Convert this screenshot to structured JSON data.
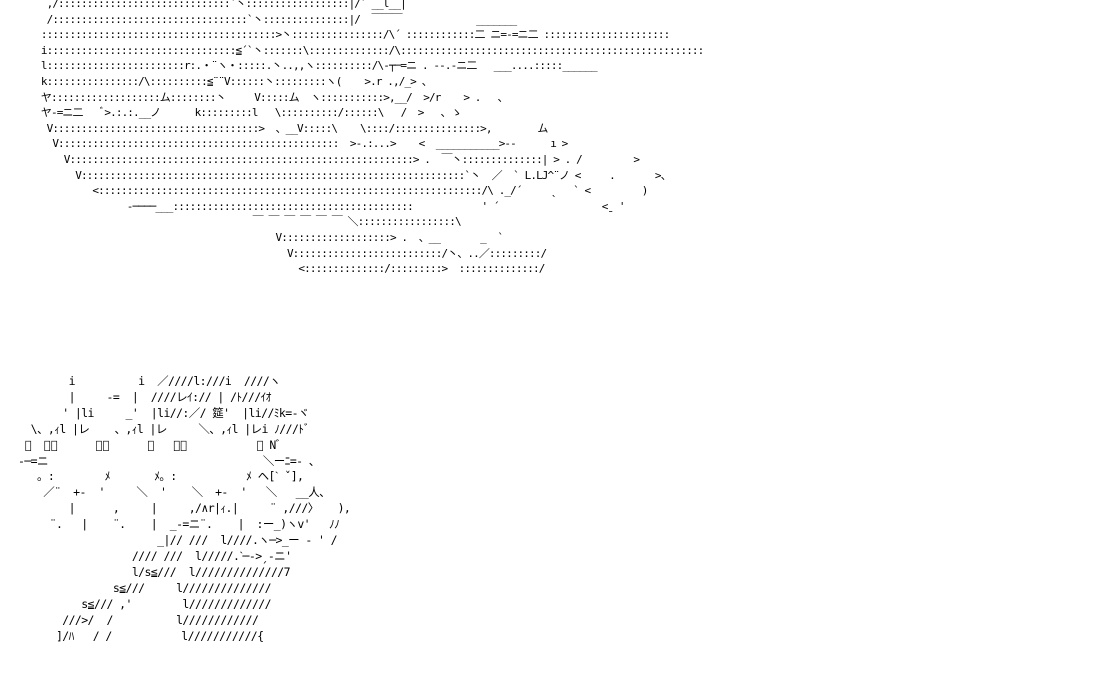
{
  "artworks": [
    {
      "id": "top",
      "lines": [
        "     ,/::::::::::::::::::::::::::::::`丶::::::::::::::::::|/´ __l__|¨  ",
        "     /::::::::::::::::::::::::::::::::::`丶:::::::::::::::|/  ￣￣￣             _______",
        "    :::::::::::::::::::::::::::::::::::::::::>丶::::::::::::::::/\\´ ::::::::::::二 ニ=-=ニ二 ::::::::::::::::::::::",
        "    i:::::::::::::::::::::::::::::::::≦´`丶:::::::\\::::::::::::::/\\:::::::::::::::::::::::::::::::::::::::::::::::::::::",
        "    l::::::::::::::::::::::::r:.・¨ヽ・:::::.丶..,,ヽ::::::::::/\\-┬─=ニ . -‐.-ニ二   ___....:::::______",
        "    k::::::::::::::::/\\::::::::::≦¨¨V::::::丶:::::::::ヽ(    >.r .,/_> 、",
        "    ヤ:::::::::::::::::::ム::::::::丶     V:::::ム  ヽ:::::::::::>,__/  >/r    > .   ､",
        "    ヤ-=ニ二   ﾞ>.:.:.__ノ      k:::::::::l   \\::::::::::/::::::\\   /  >   ､ ゝ",
        "     V::::::::::::::::::::::::::::::::::::>  、__V:::::\\    \\::::/:::::::::::::::>,        ム",
        "      V:::::::::::::::::::::::::::::::::::::::::::::::::  >-.:...>    <  ___________>--      ı >",
        "        V::::::::::::::::::::::::::::::::::::::::::::::::::::::::::::> .  ￣丶::::::::::::::| > . /         >",
        "          V:::::::::::::::::::::::::::::::::::::::::::::::::::::::::::::::::::`丶  ／  ` L.LJ^¨ノ <     .       >、",
        "             <:::::::::::::::::::::::::::::::::::::::::::::::::::::::::::::::::::/\\ ._/´     ˎ   ` <         )",
        "                   -────___::::::::::::::::::::::::::::::::::::::::::            ' ´                  <ˍ '",
        "                                         ￣ ￣ ￣ ￣ ￣ ￣ ＼:::::::::::::::::\\",
        "                                             V:::::::::::::::::::> .  、__       _  `",
        "                                               V::::::::::::::::::::::::::/丶、..／:::::::::/",
        "                                                 <::::::::::::::/:::::::::>  ::::::::::::::/"
      ]
    },
    {
      "id": "bottom",
      "lines": [
        "        i          i  ／////l:///i  ////ヽ",
        "        |     -=  |  ////レｲ:// | /ﾄ///ｲｵ",
        "       ' |li     _'  |li//:／/ 筵'  |li//ﾐk=-ヾ",
        "  \\、,ｨl |レ    、,ｨl |レ     ＼、,ｨl |レi ﾉ///ﾄﾞ",
        " ﾞ  ｀ﾞ      ﾞﾞ      ﾞ   ﾞﾞ           ﾞ Nﾞ",
        "-─=ニ                                  ＼ーﾆ=- 、",
        "   。:        ﾒ       ﾒ。:           ﾒ ヘ[ˋ ˇ],",
        "    ／¨  +-  '     ＼  '    ＼  +-  '   ＼   __人、",
        "        |      ,     |     ,/∧r|ｨ.|     ¨ ,///〉   ),",
        "     ¨.   |    ¨.    |  _-=ニ¨.    |  :ー_)ヽv'   ﾉﾉ",
        "                      _|// ///  l////.ヽ─>_ー ‐ ' /",
        "                  //// ///  l/////.ˋ─‐>ˏ-ニ'",
        "                  l/s≦///  l//////////////7",
        "               s≦///     l//////////////",
        "          s≦/// ,'        l/////////////",
        "       ///>/  /          l////////////",
        "      ]/ﾊ   / /           l///////////{"
      ]
    }
  ]
}
